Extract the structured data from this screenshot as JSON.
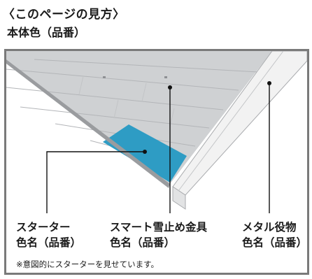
{
  "page_title": "〈このページの見方〉",
  "section_title": "本体色（品番）",
  "callouts": {
    "starter": {
      "line1": "スターター",
      "line2": "色名（品番）"
    },
    "snow_stopper": {
      "line1": "スマート雪止め金具",
      "line2": "色名（品番）"
    },
    "metal_trim": {
      "line1": "メタル役物",
      "line2": "色名（品番）"
    }
  },
  "footnote": "※意図的にスターターを見せています。",
  "colors": {
    "roof_panel": "#cfd1d3",
    "starter_highlight": "#2e9cc4",
    "frame_border": "#7a7a7a",
    "metal_trim": "#f2f2f2"
  }
}
